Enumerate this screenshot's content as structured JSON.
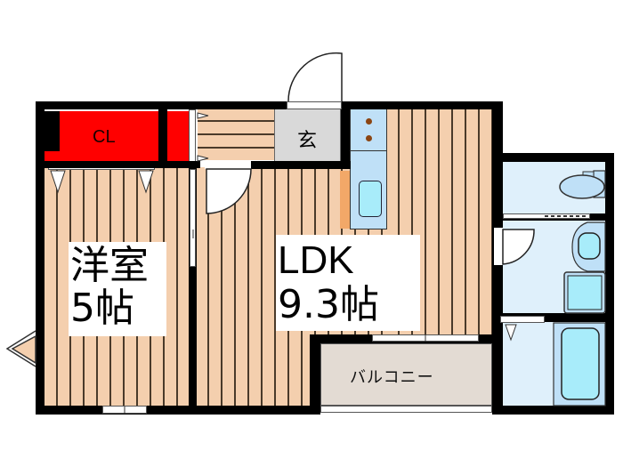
{
  "floorplan": {
    "rooms": {
      "western_room": {
        "name": "洋室",
        "size": "5帖"
      },
      "ldk": {
        "name": "LDK",
        "size": "9.3帖"
      },
      "closet": {
        "label": "CL"
      },
      "entrance": {
        "label": "玄"
      },
      "balcony": {
        "label": "バルコニー"
      }
    },
    "fixtures": [
      "stove",
      "kitchen-sink",
      "toilet",
      "washbasin",
      "washing-machine-pan",
      "bathtub"
    ],
    "colors": {
      "wall": "#000000",
      "floor": "#f4cfae",
      "floor_line": "#4a3a2a",
      "closet": "#ff0000",
      "entrance": "#d9d9d9",
      "wet_area": "#dff0fb",
      "fixture": "#a8ecfa",
      "kitchen_counter": "#bfe0f7",
      "balcony": "#e3dbd3",
      "accent_orange": "#f2a868"
    }
  }
}
